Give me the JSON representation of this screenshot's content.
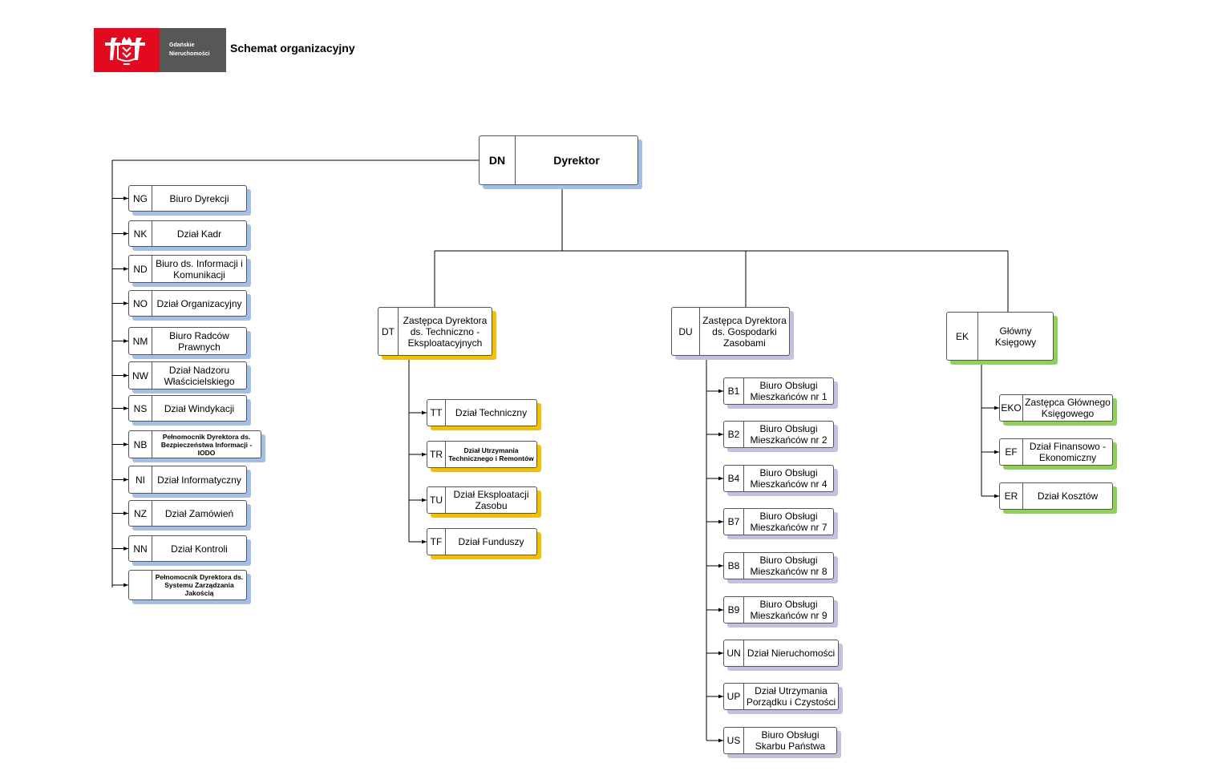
{
  "header": {
    "logo_line1": "Gdańskie",
    "logo_line2": "Nieruchomości",
    "title": "Schemat organizacyjny"
  },
  "colors": {
    "blue": "#a3bfe6",
    "yellow": "#f5c000",
    "lilac": "#c8bedf",
    "green": "#8dd05a",
    "logo_red": "#e30a1f",
    "logo_gray": "#575756"
  },
  "director": {
    "code": "DN",
    "label": "Dyrektor"
  },
  "left_units": [
    {
      "code": "NG",
      "label": "Biuro Dyrekcji"
    },
    {
      "code": "NK",
      "label": "Dział Kadr"
    },
    {
      "code": "ND",
      "label": "Biuro ds. Informacji i Komunikacji"
    },
    {
      "code": "NO",
      "label": "Dział Organizacyjny"
    },
    {
      "code": "NM",
      "label": "Biuro Radców Prawnych"
    },
    {
      "code": "NW",
      "label": "Dział Nadzoru Właścicielskiego"
    },
    {
      "code": "NS",
      "label": "Dział Windykacji"
    },
    {
      "code": "NB",
      "label": "Pełnomocnik Dyrektora ds. Bezpieczeństwa Informacji - IODO"
    },
    {
      "code": "NI",
      "label": "Dział Informatyczny"
    },
    {
      "code": "NZ",
      "label": "Dział Zamówień"
    },
    {
      "code": "NN",
      "label": "Dział Kontroli"
    },
    {
      "code": "",
      "label": "Pełnomocnik Dyrektora ds. Systemu Zarządzania Jakością"
    }
  ],
  "deputies": [
    {
      "code": "DT",
      "label": "Zastępca Dyrektora ds. Techniczno - Eksploatacyjnych",
      "units": [
        {
          "code": "TT",
          "label": "Dział Techniczny"
        },
        {
          "code": "TR",
          "label": "Dział Utrzymania Technicznego i Remontów"
        },
        {
          "code": "TU",
          "label": "Dział Eksploatacji Zasobu"
        },
        {
          "code": "TF",
          "label": "Dział Funduszy"
        }
      ]
    },
    {
      "code": "DU",
      "label": "Zastępca Dyrektora ds. Gospodarki Zasobami",
      "units": [
        {
          "code": "B1",
          "label": "Biuro Obsługi Mieszkańców nr 1"
        },
        {
          "code": "B2",
          "label": "Biuro Obsługi Mieszkańców nr 2"
        },
        {
          "code": "B4",
          "label": "Biuro Obsługi Mieszkańców nr 4"
        },
        {
          "code": "B7",
          "label": "Biuro Obsługi Mieszkańców nr 7"
        },
        {
          "code": "B8",
          "label": "Biuro Obsługi Mieszkańców nr 8"
        },
        {
          "code": "B9",
          "label": "Biuro Obsługi Mieszkańców nr 9"
        },
        {
          "code": "UN",
          "label": "Dział Nieruchomości"
        },
        {
          "code": "UP",
          "label": "Dział Utrzymania Porządku i Czystości"
        },
        {
          "code": "US",
          "label": "Biuro Obsługi Skarbu Państwa"
        }
      ]
    },
    {
      "code": "EK",
      "label": "Główny Księgowy",
      "units": [
        {
          "code": "EKO",
          "label": "Zastępca Głównego Księgowego"
        },
        {
          "code": "EF",
          "label": "Dział Finansowo - Ekonomiczny"
        },
        {
          "code": "ER",
          "label": "Dział Kosztów"
        }
      ]
    }
  ]
}
